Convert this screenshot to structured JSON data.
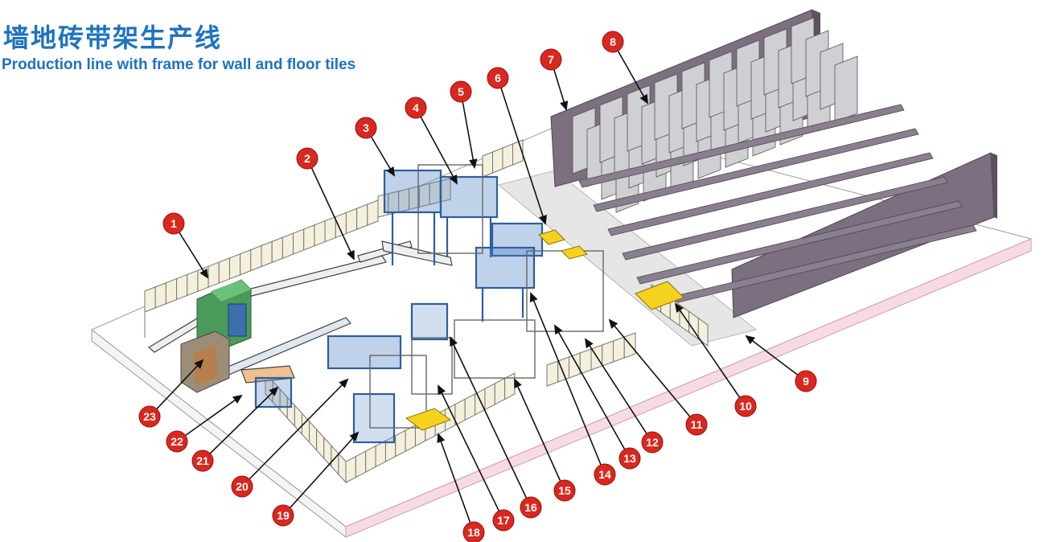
{
  "title_cn": "墙地砖带架生产线",
  "title_en": "Production line with frame for wall and floor tiles",
  "colors": {
    "accent": "#1e73be",
    "marker": "#d9281f",
    "floor_edge": "#e7b7c6",
    "wall": "#7b6f80",
    "machine_blue": "#2d5e9e",
    "yellow": "#f5d21e"
  },
  "markers": [
    "1",
    "2",
    "3",
    "4",
    "5",
    "6",
    "7",
    "8",
    "9",
    "10",
    "11",
    "12",
    "13",
    "14",
    "15",
    "16",
    "17",
    "18",
    "19",
    "20",
    "21",
    "22",
    "23"
  ]
}
